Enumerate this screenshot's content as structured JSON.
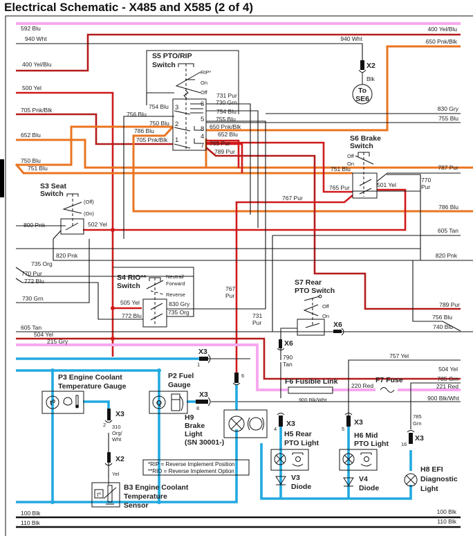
{
  "header": {
    "title": "Electrical Schematic - X485 and X585 (2 of 4)"
  },
  "colors": {
    "red": "#d01919",
    "dark_red": "#b51a1a",
    "orange": "#ea7420",
    "pink": "#f7a8f0",
    "cyan": "#22a9e0",
    "black": "#111111"
  },
  "wires_left": {
    "w592": "592 Blu",
    "w940": "940 Wht",
    "w400": "400 Yel/Blu",
    "w500": "500 Yel",
    "w705": "705 Pnk/Blk",
    "w652": "652 Blu",
    "w750": "750 Blu",
    "w751": "751 Blu",
    "w800": "800 Pnk",
    "w502": "502 Yel",
    "w820": "820 Pnk",
    "w735": "735 Org",
    "w770": "770 Pur",
    "w772": "772 Blu",
    "w730": "730 Grn",
    "w605": "605 Tan",
    "w504": "504 Yel",
    "w215": "215 Gry",
    "w100": "100 Blk",
    "w110": "110 Blk"
  },
  "wires_right": {
    "w400": "400 Yel/Blu",
    "w650": "650 Pnk/Blk",
    "w940": "940 Wht",
    "w830": "830 Gry",
    "w755": "755 Blu",
    "w787": "787 Pur",
    "w786": "786 Blu",
    "w605": "605 Tan",
    "w820": "820 Pnk",
    "w789": "789 Pur",
    "w756": "756 Blu",
    "w740": "740 Blu",
    "w757": "757 Yel",
    "w504": "504 Yel",
    "w785": "785 Grn",
    "w221": "221 Red",
    "w900": "900 Blk/Wht",
    "w100": "100 Blk",
    "w110": "110 Blk"
  },
  "s5": {
    "name": "S5 PTO/RIP",
    "name2": "Switch",
    "positions": [
      "RIP*",
      "On",
      "Off"
    ],
    "pins": [
      "3",
      "2",
      "1",
      "6",
      "5",
      "8",
      "4",
      "7"
    ],
    "left_wires": {
      "w754": "754 Blu",
      "w756": "756 Blu",
      "w750": "750 Blu",
      "w786": "786 Blu",
      "w705": "705 Pnk/Blk"
    },
    "right_wires": {
      "w731": "731 Pur",
      "w730": "730 Grn",
      "w754": "754 Blu",
      "w755": "755 Blu",
      "w650": "650 Pnk/Blk",
      "w652": "652 Blu",
      "w765": "765 Pur",
      "w789": "789 Pur"
    }
  },
  "s6": {
    "name": "S6 Brake",
    "name2": "Switch",
    "positions": [
      "Off",
      "On"
    ],
    "wires": {
      "w751": "751 Blu",
      "w765": "765 Pur",
      "w501": "501 Yel",
      "w770a": "770",
      "w770b": "Pur",
      "w767": "767 Pur"
    }
  },
  "s3": {
    "name": "S3 Seat",
    "name2": "Switch",
    "positions": [
      "(Off)",
      "(On)"
    ]
  },
  "s4": {
    "name": "S4 RIO**",
    "name2": "Switch",
    "positions": [
      "Neutral/",
      "Forward",
      "Reverse"
    ],
    "wires": {
      "w505": "505 Yel",
      "w772": "772 Blu",
      "w830": "830 Gry",
      "w735": "735 Org",
      "w767a": "767",
      "w767b": "Pur",
      "w731a": "731",
      "w731b": "Pur"
    }
  },
  "s7": {
    "name": "S7 Rear",
    "name2": "PTO Switch",
    "positions": [
      "Off",
      "On"
    ],
    "connector": "X6",
    "connector2": "X6",
    "wire_a": "790",
    "wire_b": "Tan"
  },
  "x2_top": {
    "label": "X2",
    "wire": "Blk",
    "dest_a": "To",
    "dest_b": "SE6"
  },
  "x3_pin1": {
    "label": "X3",
    "pin": "1"
  },
  "x3_pin8": {
    "label": "X3",
    "pin": "8"
  },
  "x3_pin2": {
    "label": "X3",
    "pin": "2",
    "wire_a": "310",
    "wire_b": "Org/",
    "wire_c": "Wht"
  },
  "x3_pin6": {
    "pin": "6"
  },
  "x2_bottom": {
    "label": "X2",
    "wire": "Yel"
  },
  "p3": {
    "line1": "P3 Engine Coolant",
    "line2": "Temperature Gauge",
    "icon": "t⁰"
  },
  "p2": {
    "line1": "P2 Fuel",
    "line2": "Gauge",
    "icon": "Q"
  },
  "h9": {
    "line1": "H9",
    "line2": "Brake",
    "line3": "Light",
    "line4": "(SN 30001-)"
  },
  "b3": {
    "line1": "B3 Engine Coolant",
    "line2": "Temperature",
    "line3": "Sensor",
    "icon": "t⁰"
  },
  "f6": {
    "label": "F6 Fusible Link",
    "wire": "900 Blk/Wht"
  },
  "f7": {
    "label": "F7 Fuse",
    "wire": "220 Red"
  },
  "h5": {
    "connector": "X3",
    "pin": "4",
    "line1": "H5 Rear",
    "line2": "PTO Light"
  },
  "h6": {
    "connector": "X3",
    "pin": "5",
    "line1": "H6 Mid",
    "line2": "PTO Light"
  },
  "h8": {
    "connector": "X3",
    "pin": "16",
    "wire_a": "785",
    "wire_b": "Grn",
    "line1": "H8 EFI",
    "line2": "Diagnostic",
    "line3": "Light"
  },
  "v3": {
    "line1": "V3",
    "line2": "Diode"
  },
  "v4": {
    "line1": "V4",
    "line2": "Diode"
  },
  "notes": {
    "rip": "*RIP = Reverse Implement Position",
    "rio": "**RIO = Reverse Implement Option"
  }
}
